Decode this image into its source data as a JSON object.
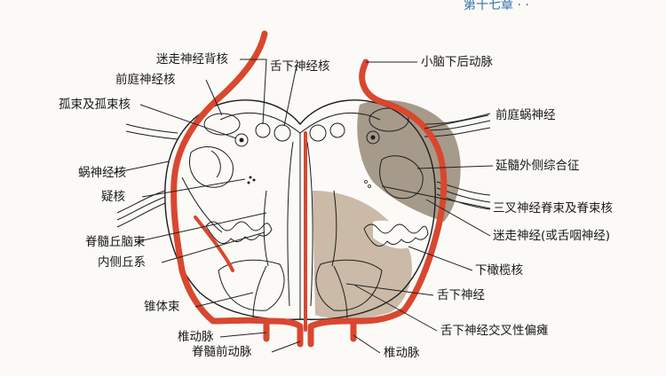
{
  "header_text": "第十七章  ·  ·",
  "labels": {
    "vagus_dorsal_nucleus": "迷走神经背核",
    "hypoglossal_nucleus": "舌下神经核",
    "pica": "小脑下后动脉",
    "vestibular_nucleus": "前庭神经核",
    "solitary_tract": "孤束及孤束核",
    "vestibulocochlear_nerve": "前庭蜗神经",
    "cochlear_nucleus": "蜗神经核",
    "lateral_medullary_syndrome": "延髓外侧综合征",
    "nucleus_ambiguus": "疑核",
    "trigeminal_spinal": "三叉神经脊束及脊束核",
    "spinothalamic_tract": "脊髓丘脑束",
    "vagus_nerve": "迷走神经(或舌咽神经)",
    "medial_lemniscus": "内侧丘系",
    "inferior_olive": "下橄榄核",
    "hypoglossal_nerve": "舌下神经",
    "pyramid": "锥体束",
    "alternating_hemiplegia": "舌下神经交叉性偏瘫",
    "vertebral_artery_left": "椎动脉",
    "anterior_spinal_artery": "脊髓前动脉",
    "vertebral_artery_right": "椎动脉"
  },
  "colors": {
    "artery": "#d9472f",
    "lesion_lateral": "#8a7a66",
    "lesion_medial": "#b9a48c",
    "outline": "#1e1e1e"
  }
}
